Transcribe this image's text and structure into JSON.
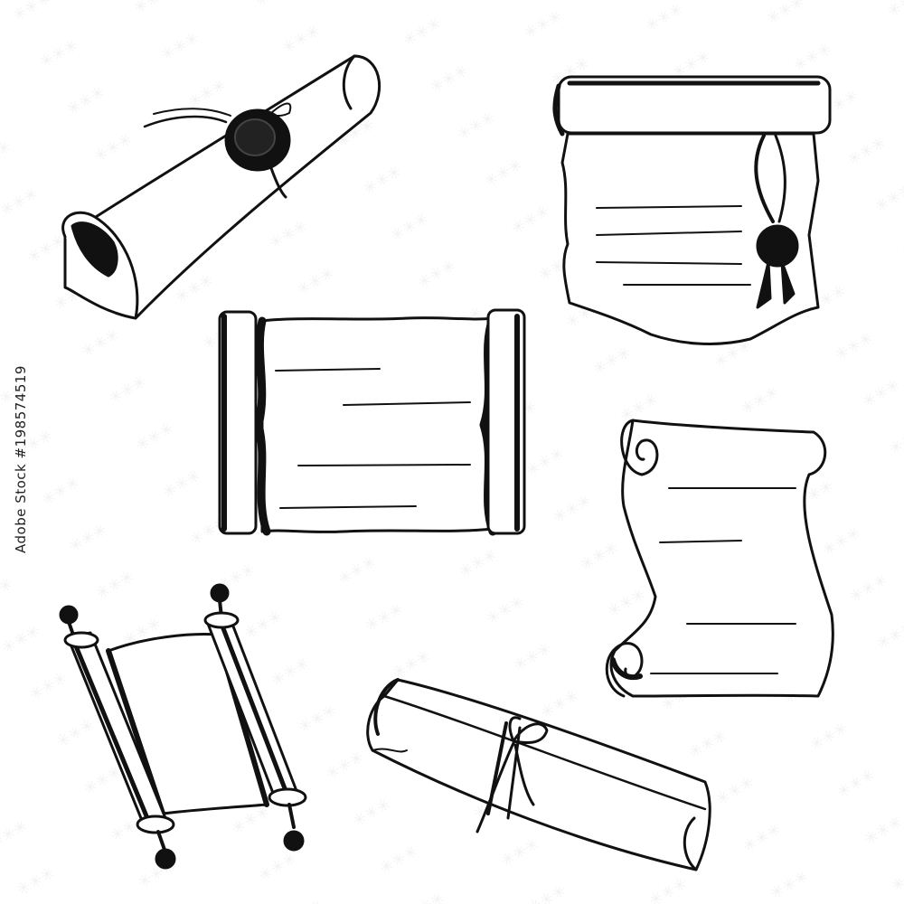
{
  "watermark": {
    "brand": "Adobe Stock",
    "id_text": "#198574519"
  },
  "colors": {
    "ink": "#111111",
    "paper": "#ffffff",
    "watermark": "#dddddd"
  },
  "illustrations": [
    "sealed-rolled-scroll",
    "hanging-parchment-with-wax-seal",
    "open-scroll-with-rollers",
    "curled-parchment-sheet",
    "torah-style-scroll",
    "tied-rolled-document"
  ]
}
